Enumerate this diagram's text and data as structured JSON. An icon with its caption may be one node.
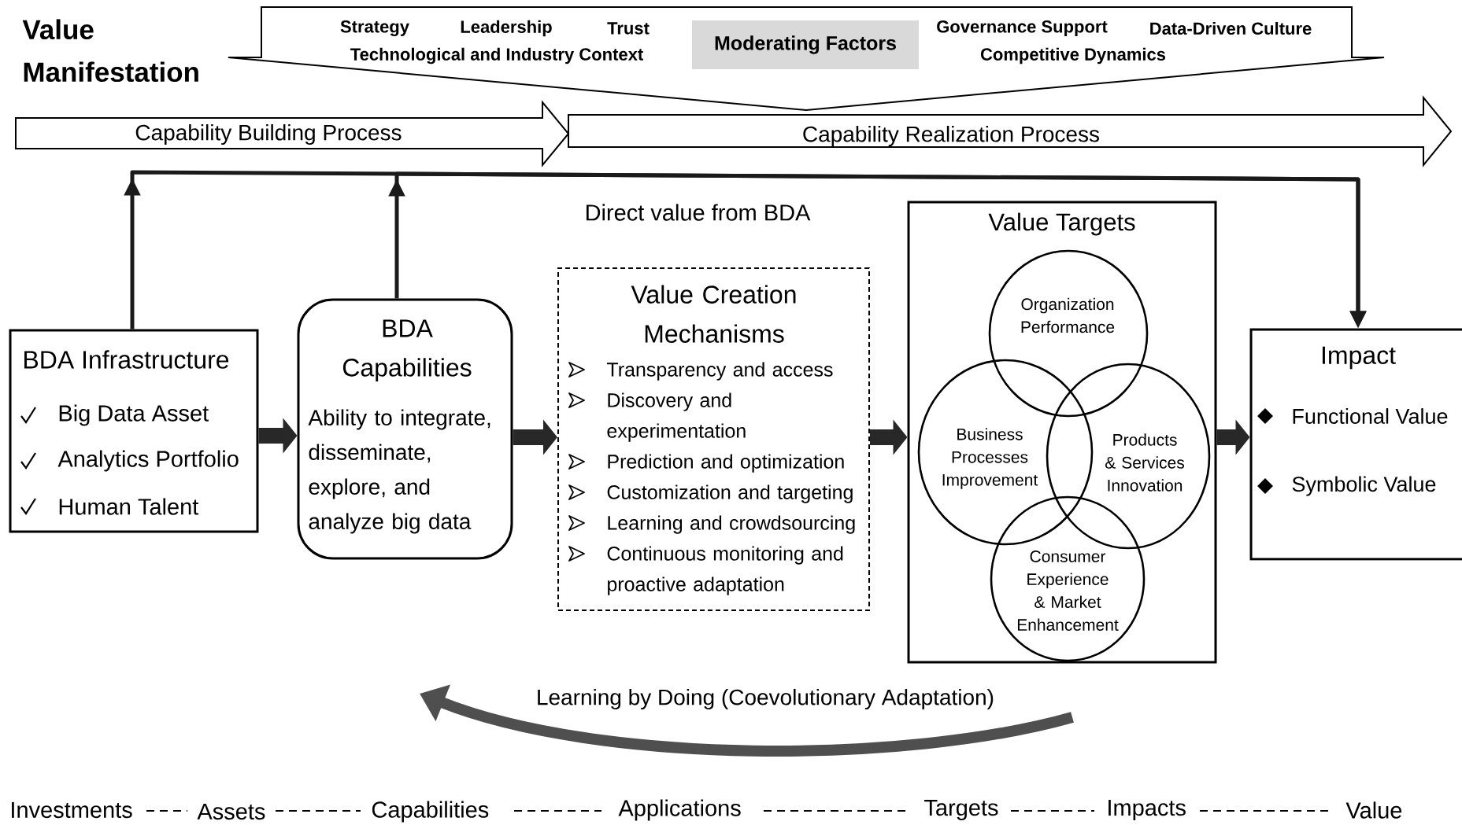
{
  "diagram": {
    "title": "Value Manifestation",
    "nodes": [
      {
        "text": [
          "Strategy",
          "Leadership",
          "Trust",
          "Technological and Industry Context",
          "Governance Support",
          "Data-Driven Culture",
          "Competitive Dynamics"
        ]
      },
      {
        "text": [
          "Moderating Factors"
        ],
        "in": 0
      },
      {
        "text": [
          "Capability Building Process"
        ]
      },
      {
        "text": [
          "Capability Realization Process"
        ]
      },
      {
        "text": [
          "BDA Infrastructure",
          "Big Data Asset",
          "Analytics Portfolio",
          "Human Talent"
        ]
      },
      {
        "text": [
          "BDA Capabilities",
          "Ability to integrate, disseminate, explore, and analyze big data"
        ]
      },
      {
        "text": [
          "Value Creation Mechanisms",
          "Transparency and access",
          "Discovery and experimentation",
          "Prediction and optimization",
          "Customization and targeting",
          "Learning and crowdsourcing",
          "Continuous monitoring and proactive adaptation"
        ]
      },
      {
        "text": [
          "Value Targets"
        ]
      },
      {
        "text": [
          "Organization Performance"
        ],
        "in": 7
      },
      {
        "text": [
          "Business Processes Improvement"
        ],
        "in": 7
      },
      {
        "text": [
          "Products & Services Innovation"
        ],
        "in": 7
      },
      {
        "text": [
          "Consumer Experience & Market Enhancement"
        ],
        "in": 7
      },
      {
        "text": [
          "Impact",
          "Functional Value",
          "Symbolic Value"
        ]
      }
    ],
    "edges": [
      {
        "from": 4,
        "to": 5,
        "arrow": "to"
      },
      {
        "from": 5,
        "to": 6,
        "arrow": "to"
      },
      {
        "from": 6,
        "to": 7,
        "arrow": "to"
      },
      {
        "from": 7,
        "to": 12,
        "arrow": "to"
      },
      {
        "from": 4,
        "to": 12,
        "arrow": "to",
        "label": "Direct value from BDA"
      },
      {
        "from": 5,
        "to": 12,
        "arrow": "to"
      }
    ],
    "labels": [
      "Learning by Doing (Coevolutionary Adaptation)",
      "Investments",
      "Assets",
      "Capabilities",
      "Applications",
      "Targets",
      "Impacts",
      "Value"
    ]
  }
}
